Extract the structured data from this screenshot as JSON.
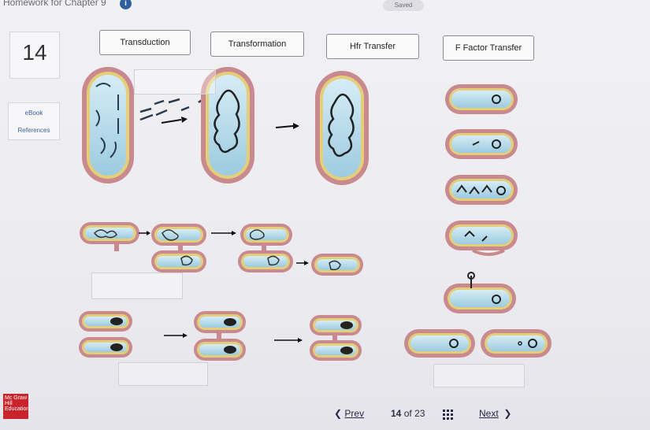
{
  "header": {
    "title": "Homework for Chapter 9",
    "info_icon": "i",
    "saved": "Saved"
  },
  "question": {
    "number": "14"
  },
  "sidebar": {
    "ebook": "eBook",
    "references": "References"
  },
  "labels": [
    {
      "text": "Transduction"
    },
    {
      "text": "Transformation"
    },
    {
      "text": "Hfr Transfer"
    },
    {
      "text": "F Factor Transfer"
    }
  ],
  "footer": {
    "logo": "Mc Graw Hill Education",
    "prev": "Prev",
    "current": "14",
    "of": "of",
    "total": "23",
    "next": "Next"
  },
  "icons": {
    "info": "info-icon",
    "grid": "grid-icon",
    "prev": "chevron-left-icon",
    "next": "chevron-right-icon"
  },
  "colors": {
    "cell_outer": "#c98a8f",
    "cell_mid": "#e4cf78",
    "cell_inner": "#b9dcec",
    "logo_red": "#c9242b"
  }
}
